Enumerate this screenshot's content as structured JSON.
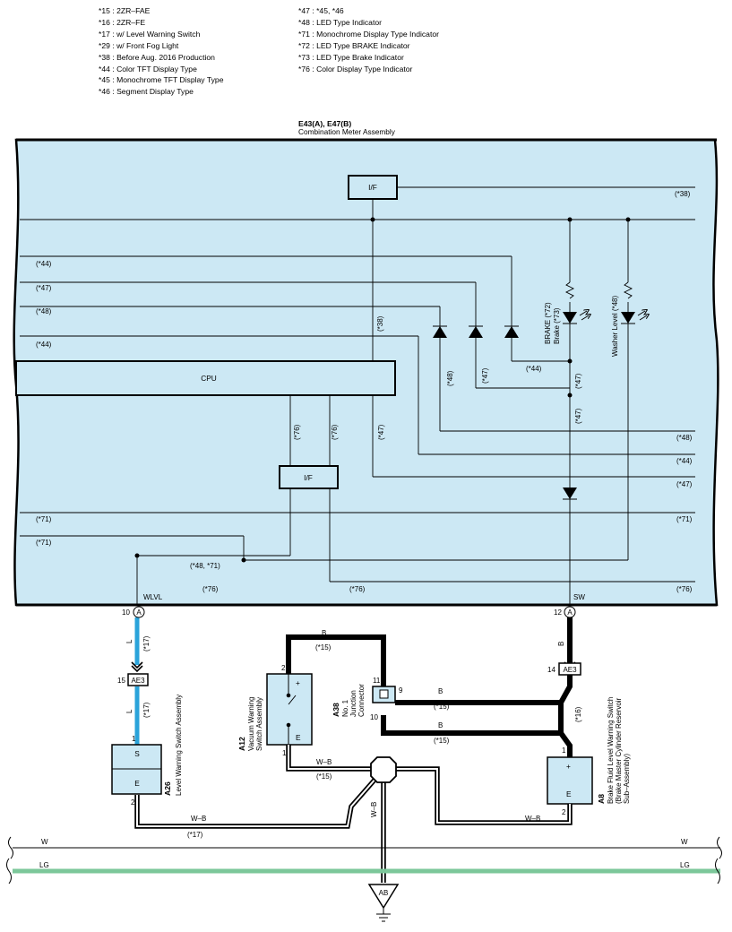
{
  "legend": {
    "left": [
      "*15 : 2ZR–FAE",
      "*16 : 2ZR–FE",
      "*17 : w/ Level Warning Switch",
      "*29 : w/ Front Fog Light",
      "*38 : Before Aug.  2016 Production",
      "*44 : Color TFT Display Type",
      "*45 : Monochrome TFT Display Type",
      "*46 : Segment Display Type"
    ],
    "right": [
      "*47 : *45,  *46",
      "*48 : LED Type Indicator",
      "*71 : Monochrome Display Type Indicator",
      "*72 : LED Type BRAKE Indicator",
      "*73 : LED Type Brake Indicator",
      "*76 : Color Display Type Indicator"
    ]
  },
  "meter": {
    "code": "E43(A), E47(B)",
    "name": "Combination Meter Assembly",
    "cpu": "CPU",
    "if_top": "I/F",
    "if_bottom": "I/F"
  },
  "labels": {
    "n38_r": "(*38)",
    "n44_a": "(*44)",
    "n47_a": "(*47)",
    "n48_a": "(*48)",
    "n44_b": "(*44)",
    "brake1": "BRAKE (*72)",
    "brake2": "Brake (*73)",
    "washer": "Washer Level (*48)",
    "n38_v": "(*38)",
    "n48_v": "(*48)",
    "n47_v1": "(*47)",
    "n44_s": "(*44)",
    "n47_v2": "(*47)",
    "n47_v3": "(*47)",
    "n76_v1": "(*76)",
    "n76_v2": "(*76)",
    "n47_v4": "(*47)",
    "n48_r": "(*48)",
    "n44_r": "(*44)",
    "n47_r": "(*47)",
    "n71_l1": "(*71)",
    "n71_r1": "(*71)",
    "n71_l2": "(*71)",
    "n48_71": "(*48, *71)",
    "n76_b1": "(*76)",
    "n76_b2": "(*76)",
    "n76_b3": "(*76)",
    "wlvl": "WLVL",
    "sw": "SW"
  },
  "lower": {
    "pin10": "10",
    "connA": "A",
    "pin12": "12",
    "L1": "L",
    "n17a": "(*17)",
    "ae3_l": "AE3",
    "pin15": "15",
    "L2": "L",
    "n17b": "(*17)",
    "pin1_s": "1",
    "s": "S",
    "e1": "E",
    "pin2_s": "2",
    "a26_code": "A26",
    "a26_name": "Level Warning Switch Assembly",
    "B_top": "B",
    "n15_top": "(*15)",
    "pin2_v": "2",
    "plus": "+",
    "e2": "E",
    "pin1_v": "1",
    "a12_code": "A12",
    "a12_name1": "Vacuum Warning",
    "a12_name2": "Switch Assembly",
    "pin11": "11",
    "pin9": "9",
    "pin10j": "10",
    "a38_code": "A38",
    "a38_1": "No. 1",
    "a38_2": "Junction",
    "a38_3": "Connector",
    "B9": "B",
    "n15_9": "(*15)",
    "B10": "B",
    "n15_10": "(*15)",
    "B_r": "B",
    "ae3_r": "AE3",
    "pin14": "14",
    "B_r2": "B",
    "n16": "(*16)",
    "pin1_a8": "1",
    "plus_a8": "+",
    "e3": "E",
    "pin2_a8": "2",
    "a8_code": "A8",
    "a8_name1": "Brake Fluid Level Warning Switch",
    "a8_name2": "(Brake Master Cylinder Reservoir",
    "a8_name3": "Sub–Assembly)",
    "wb1": "W–B",
    "n15_wb": "(*15)",
    "wb2": "W–B",
    "n17_wb": "(*17)",
    "wb3": "W–B",
    "wb4": "W–B",
    "w_l": "W",
    "w_r": "W",
    "lg_l": "LG",
    "lg_r": "LG",
    "ab": "AB"
  },
  "colors": {
    "meter_fill": "#cce8f4",
    "blue_wire": "#2aa3da",
    "green_wire": "#7cc79a",
    "box_fill": "#cce8f4"
  }
}
